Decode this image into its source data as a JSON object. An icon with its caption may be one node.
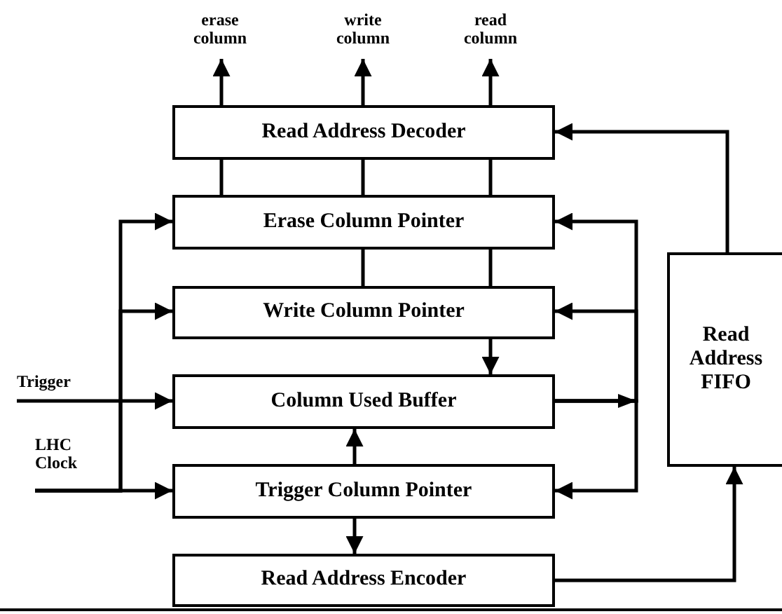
{
  "diagram": {
    "nodes": [
      {
        "text": [
          "erase column"
        ]
      },
      {
        "text": [
          "write column"
        ]
      },
      {
        "text": [
          "read column"
        ]
      },
      {
        "text": [
          "Read Address Decoder"
        ]
      },
      {
        "text": [
          "Erase Column Pointer"
        ]
      },
      {
        "text": [
          "Write Column Pointer"
        ]
      },
      {
        "text": [
          "Column Used Buffer"
        ]
      },
      {
        "text": [
          "Trigger Column Pointer"
        ]
      },
      {
        "text": [
          "Read Address Encoder"
        ]
      },
      {
        "text": [
          "Read Address FIFO"
        ]
      },
      {
        "text": [
          "Trigger"
        ]
      },
      {
        "text": [
          "LHC Clock"
        ]
      }
    ],
    "edges": [
      {
        "from": 3,
        "to": 0,
        "arrow": "to"
      },
      {
        "from": 3,
        "to": 1,
        "arrow": "to"
      },
      {
        "from": 3,
        "to": 2,
        "arrow": "to"
      },
      {
        "from": 3,
        "to": 4,
        "arrow": "none"
      },
      {
        "from": 3,
        "to": 4,
        "arrow": "none"
      },
      {
        "from": 3,
        "to": 4,
        "arrow": "none"
      },
      {
        "from": 4,
        "to": 5,
        "arrow": "none"
      },
      {
        "from": 4,
        "to": 5,
        "arrow": "none"
      },
      {
        "from": 5,
        "to": 6,
        "arrow": "to"
      },
      {
        "from": 7,
        "to": 6,
        "arrow": "to"
      },
      {
        "from": 7,
        "to": 8,
        "arrow": "to"
      },
      {
        "from": 8,
        "to": 9,
        "arrow": "to"
      },
      {
        "from": 9,
        "to": 3,
        "arrow": "to"
      },
      {
        "from": 6,
        "to": 4,
        "arrow": "to"
      },
      {
        "from": 6,
        "to": 5,
        "arrow": "to"
      },
      {
        "from": 6,
        "to": 7,
        "arrow": "to"
      },
      {
        "from": 10,
        "to": 6,
        "arrow": "to"
      },
      {
        "from": 11,
        "to": 4,
        "arrow": "to"
      },
      {
        "from": 11,
        "to": 5,
        "arrow": "to"
      },
      {
        "from": 11,
        "to": 7,
        "arrow": "to"
      }
    ]
  }
}
